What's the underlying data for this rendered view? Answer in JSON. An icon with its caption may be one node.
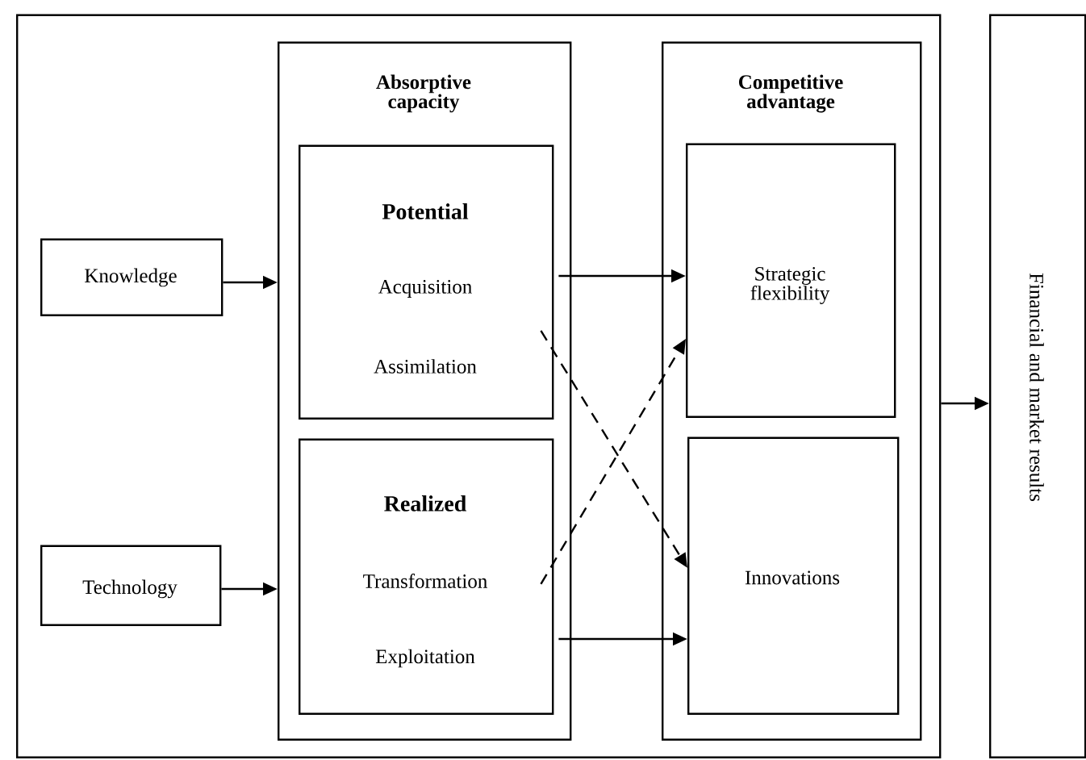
{
  "diagram": {
    "nodes": [
      {
        "text": [],
        "shape": "box"
      },
      {
        "text": [
          "Knowledge"
        ],
        "in": 0
      },
      {
        "text": [
          "Technology"
        ],
        "in": 0
      },
      {
        "text": [
          "Absorptive capacity"
        ],
        "in": 0
      },
      {
        "text": [
          "Potential",
          "Acquisition",
          "Assimilation"
        ],
        "in": 3
      },
      {
        "text": [
          "Realized",
          "Transformation",
          "Exploitation"
        ],
        "in": 3
      },
      {
        "text": [
          "Competitive advantage"
        ],
        "in": 0
      },
      {
        "text": [
          "Strategic flexibility"
        ],
        "in": 6
      },
      {
        "text": [
          "Innovations"
        ],
        "in": 6
      },
      {
        "text": [
          "Financial and market results"
        ]
      }
    ],
    "edges": [
      {
        "from": 1,
        "to": 3,
        "arrow": "to"
      },
      {
        "from": 2,
        "to": 3,
        "arrow": "to"
      },
      {
        "from": 4,
        "to": 7,
        "arrow": "to"
      },
      {
        "from": 4,
        "to": 8,
        "arrow": "to",
        "style": "dashed"
      },
      {
        "from": 5,
        "to": 7,
        "arrow": "to",
        "style": "dashed"
      },
      {
        "from": 5,
        "to": 8,
        "arrow": "to"
      },
      {
        "from": 0,
        "to": 9,
        "arrow": "to"
      }
    ]
  }
}
